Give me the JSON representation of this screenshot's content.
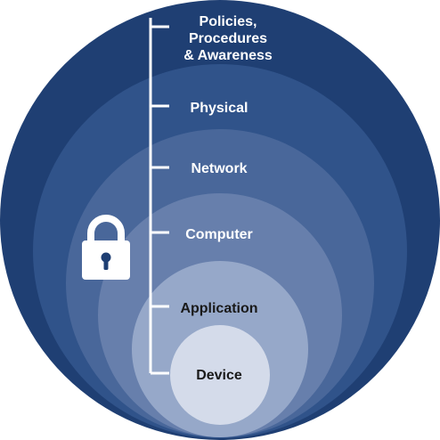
{
  "layers": [
    {
      "id": "policies",
      "label": "Policies, Procedures & Awareness",
      "lines": [
        "Policies,",
        "Procedures",
        "& Awareness"
      ],
      "fill": "#1f3f73",
      "text_color": "#ffffff"
    },
    {
      "id": "physical",
      "label": "Physical",
      "lines": [
        "Physical"
      ],
      "fill": "#30538a",
      "text_color": "#ffffff"
    },
    {
      "id": "network",
      "label": "Network",
      "lines": [
        "Network"
      ],
      "fill": "#49679a",
      "text_color": "#ffffff"
    },
    {
      "id": "computer",
      "label": "Computer",
      "lines": [
        "Computer"
      ],
      "fill": "#677fac",
      "text_color": "#ffffff"
    },
    {
      "id": "application",
      "label": "Application",
      "lines": [
        "Application"
      ],
      "fill": "#96a8c9",
      "text_color": "#1a1a1a"
    },
    {
      "id": "device",
      "label": "Device",
      "lines": [
        "Device"
      ],
      "fill": "#d4dbea",
      "text_color": "#1a1a1a"
    }
  ],
  "icon": "padlock-icon",
  "bracket_color": "#ffffff"
}
